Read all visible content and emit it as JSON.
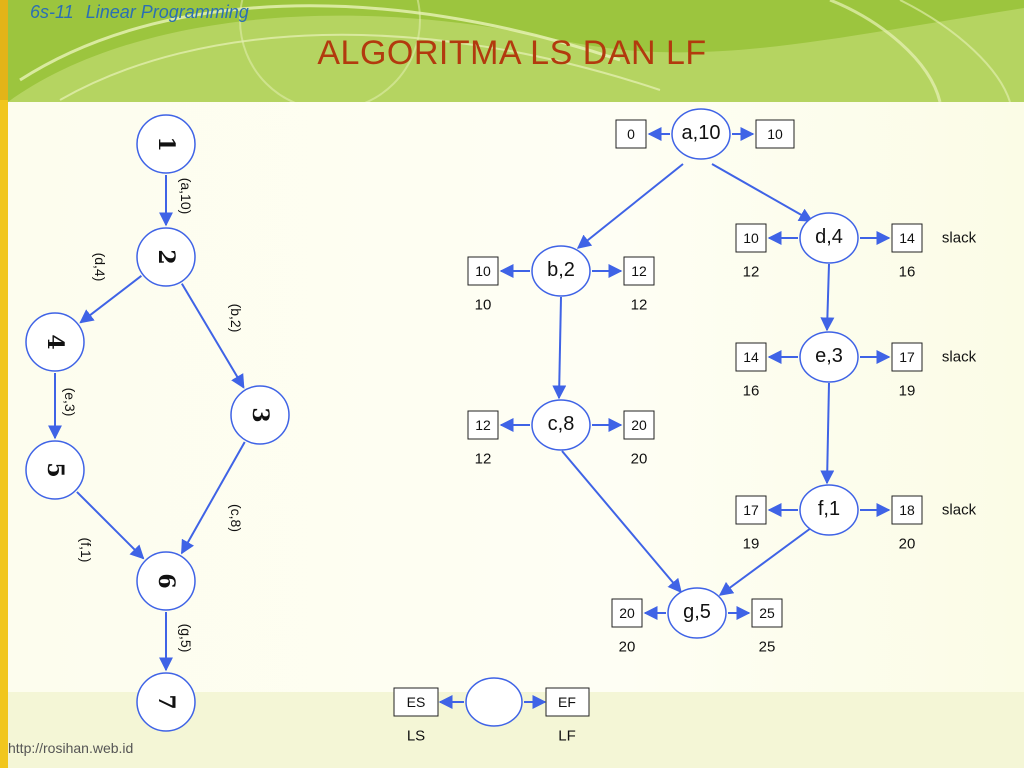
{
  "header": {
    "slide_number": "6s-11",
    "course": "Linear Programming",
    "title": "ALGORITMA LS DAN LF"
  },
  "footer": {
    "url": "http://rosihan.web.id"
  },
  "colors": {
    "arrow": "#3f63e6",
    "node_border": "#3f63e6",
    "title": "#b23a0e",
    "header_text": "#2b6fb3"
  },
  "left_network": {
    "nodes": [
      "1",
      "2",
      "3",
      "4",
      "5",
      "6",
      "7"
    ],
    "edges": [
      {
        "from": "1",
        "to": "2",
        "label": "(a,10)"
      },
      {
        "from": "2",
        "to": "4",
        "label": "(d,4)"
      },
      {
        "from": "2",
        "to": "3",
        "label": "(b,2)"
      },
      {
        "from": "4",
        "to": "5",
        "label": "(e,3)"
      },
      {
        "from": "3",
        "to": "6",
        "label": "(c,8)"
      },
      {
        "from": "5",
        "to": "6",
        "label": "(f,1)"
      },
      {
        "from": "6",
        "to": "7",
        "label": "(g,5)"
      }
    ]
  },
  "activity_network": {
    "activities": [
      {
        "id": "a",
        "label": "a,10",
        "es": "0",
        "ef": "10",
        "ls": "",
        "lf": "",
        "slack": ""
      },
      {
        "id": "b",
        "label": "b,2",
        "es": "10",
        "ef": "12",
        "ls": "10",
        "lf": "12",
        "slack": ""
      },
      {
        "id": "c",
        "label": "c,8",
        "es": "12",
        "ef": "20",
        "ls": "12",
        "lf": "20",
        "slack": ""
      },
      {
        "id": "d",
        "label": "d,4",
        "es": "10",
        "ef": "14",
        "ls": "12",
        "lf": "16",
        "slack": "slack"
      },
      {
        "id": "e",
        "label": "e,3",
        "es": "14",
        "ef": "17",
        "ls": "16",
        "lf": "19",
        "slack": "slack"
      },
      {
        "id": "f",
        "label": "f,1",
        "es": "17",
        "ef": "18",
        "ls": "19",
        "lf": "20",
        "slack": "slack"
      },
      {
        "id": "g",
        "label": "g,5",
        "es": "20",
        "ef": "25",
        "ls": "20",
        "lf": "25",
        "slack": ""
      }
    ],
    "links": [
      {
        "from": "a",
        "to": "b"
      },
      {
        "from": "a",
        "to": "d"
      },
      {
        "from": "b",
        "to": "c"
      },
      {
        "from": "c",
        "to": "g"
      },
      {
        "from": "d",
        "to": "e"
      },
      {
        "from": "e",
        "to": "f"
      },
      {
        "from": "f",
        "to": "g"
      }
    ]
  },
  "legend": {
    "es": "ES",
    "ef": "EF",
    "ls": "LS",
    "lf": "LF"
  }
}
